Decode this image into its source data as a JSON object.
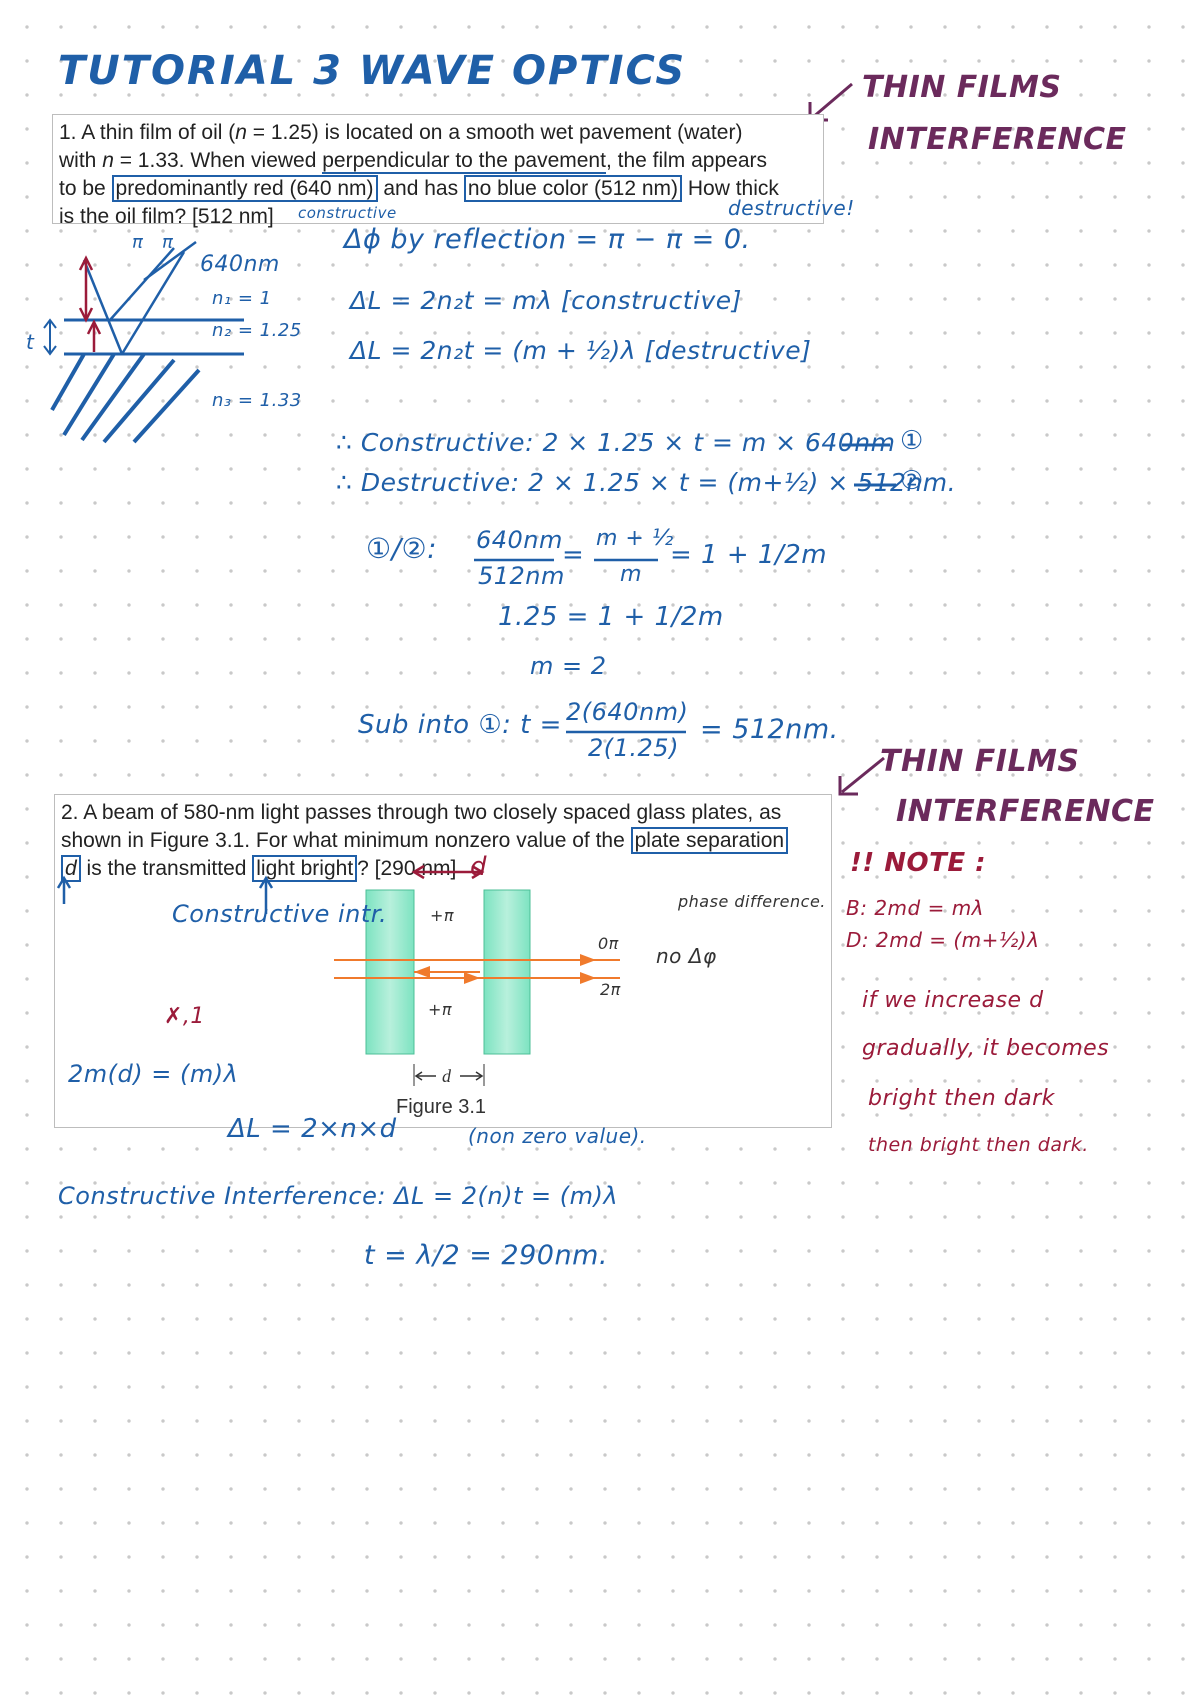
{
  "title": "TUTORIAL 3  WAVE OPTICS",
  "side_labels": {
    "q1_line1": "THIN FILMS",
    "q1_line2": "INTERFERENCE",
    "q2_line1": "THIN FILMS",
    "q2_line2": "INTERFERENCE"
  },
  "q1": {
    "part1": "1. A thin film of oil (",
    "n_sym": "n",
    "part2": " = 1.25) is located on a smooth wet pavement (water)",
    "line2a": "with ",
    "line2b": " = 1.33. When viewed ",
    "line2c": "perpendicular to the pavement",
    "line2d": ", the film appears",
    "line3a": "to be ",
    "hl_red": "predominantly red (640 nm)",
    "line3b": " and has ",
    "hl_blue": "no blue color (512 nm)",
    "line3c": " How thick",
    "line4": "is the oil film? [512 nm]"
  },
  "q1_notes": {
    "constructive_tag": "constructive",
    "destructive_tag": "destructive!",
    "phase": "Δϕ by reflection = π − π = 0.",
    "dl_con": "ΔL = 2n₂t = mλ  [constructive]",
    "dl_des": "ΔL = 2n₂t = (m + ½)λ  [destructive]",
    "con_eq": "∴ Constructive:  2 × 1.25 × t = m × 640nm",
    "des_eq": "∴ Destructive:  2 × 1.25 × t = (m+½) × 512nm.",
    "eq1": "①",
    "eq2": "②",
    "ratio_label": "①/②:",
    "ratio_num": "640nm",
    "ratio_den": "512nm",
    "ratio_eq": "=",
    "ratio_rhs_num": "m + ½",
    "ratio_rhs_den": "m",
    "ratio_rhs2": "= 1 + 1/2m",
    "step2": "1.25 = 1 + 1/2m",
    "step3": "m = 2",
    "sub_label": "Sub into ①:  t =",
    "sub_num": "2(640nm)",
    "sub_den": "2(1.25)",
    "sub_result": "= 512nm."
  },
  "q1_diagram": {
    "label_640": "640nm",
    "n1": "n₁ = 1",
    "n2": "n₂ = 1.25",
    "n3": "n₃ = 1.33",
    "t_label": "t",
    "pi1": "π",
    "pi2": "π"
  },
  "q2": {
    "line1": "2. A beam of 580-nm light passes through two closely spaced glass plates, as",
    "line2a": "shown in Figure 3.1. For what minimum nonzero value of the ",
    "line2b": "plate separation",
    "line3a": "d",
    "line3b": " is the transmitted ",
    "line3c": "light bright",
    "line3d": "? [290 nm]",
    "figure_caption": "Figure 3.1",
    "fig_d": "d"
  },
  "q2_notes": {
    "constructive_intr": "Constructive intr.",
    "d_red": "d",
    "plus_pi_top": "+π",
    "plus_pi_bottom": "+π",
    "zero_pi": "0π",
    "two_pi": "2π",
    "phase_diff": "phase difference.",
    "no_dphi": "no Δφ",
    "x1": "✗,1",
    "two_md": "2m(d) = (m)λ",
    "dl_nd": "ΔL = 2×n×d",
    "non_zero": "(non zero value).",
    "con_interference": "Constructive Interference:  ΔL = 2(n)t = (m)λ",
    "t_result": "t = λ/2 = 290nm."
  },
  "side_note": {
    "title": "!! NOTE :",
    "b": "B: 2md = mλ",
    "d": "D: 2md = (m+½)λ",
    "l1": "if we increase d",
    "l2": "gradually, it becomes",
    "l3": "bright then dark",
    "l4": "then bright then dark."
  }
}
